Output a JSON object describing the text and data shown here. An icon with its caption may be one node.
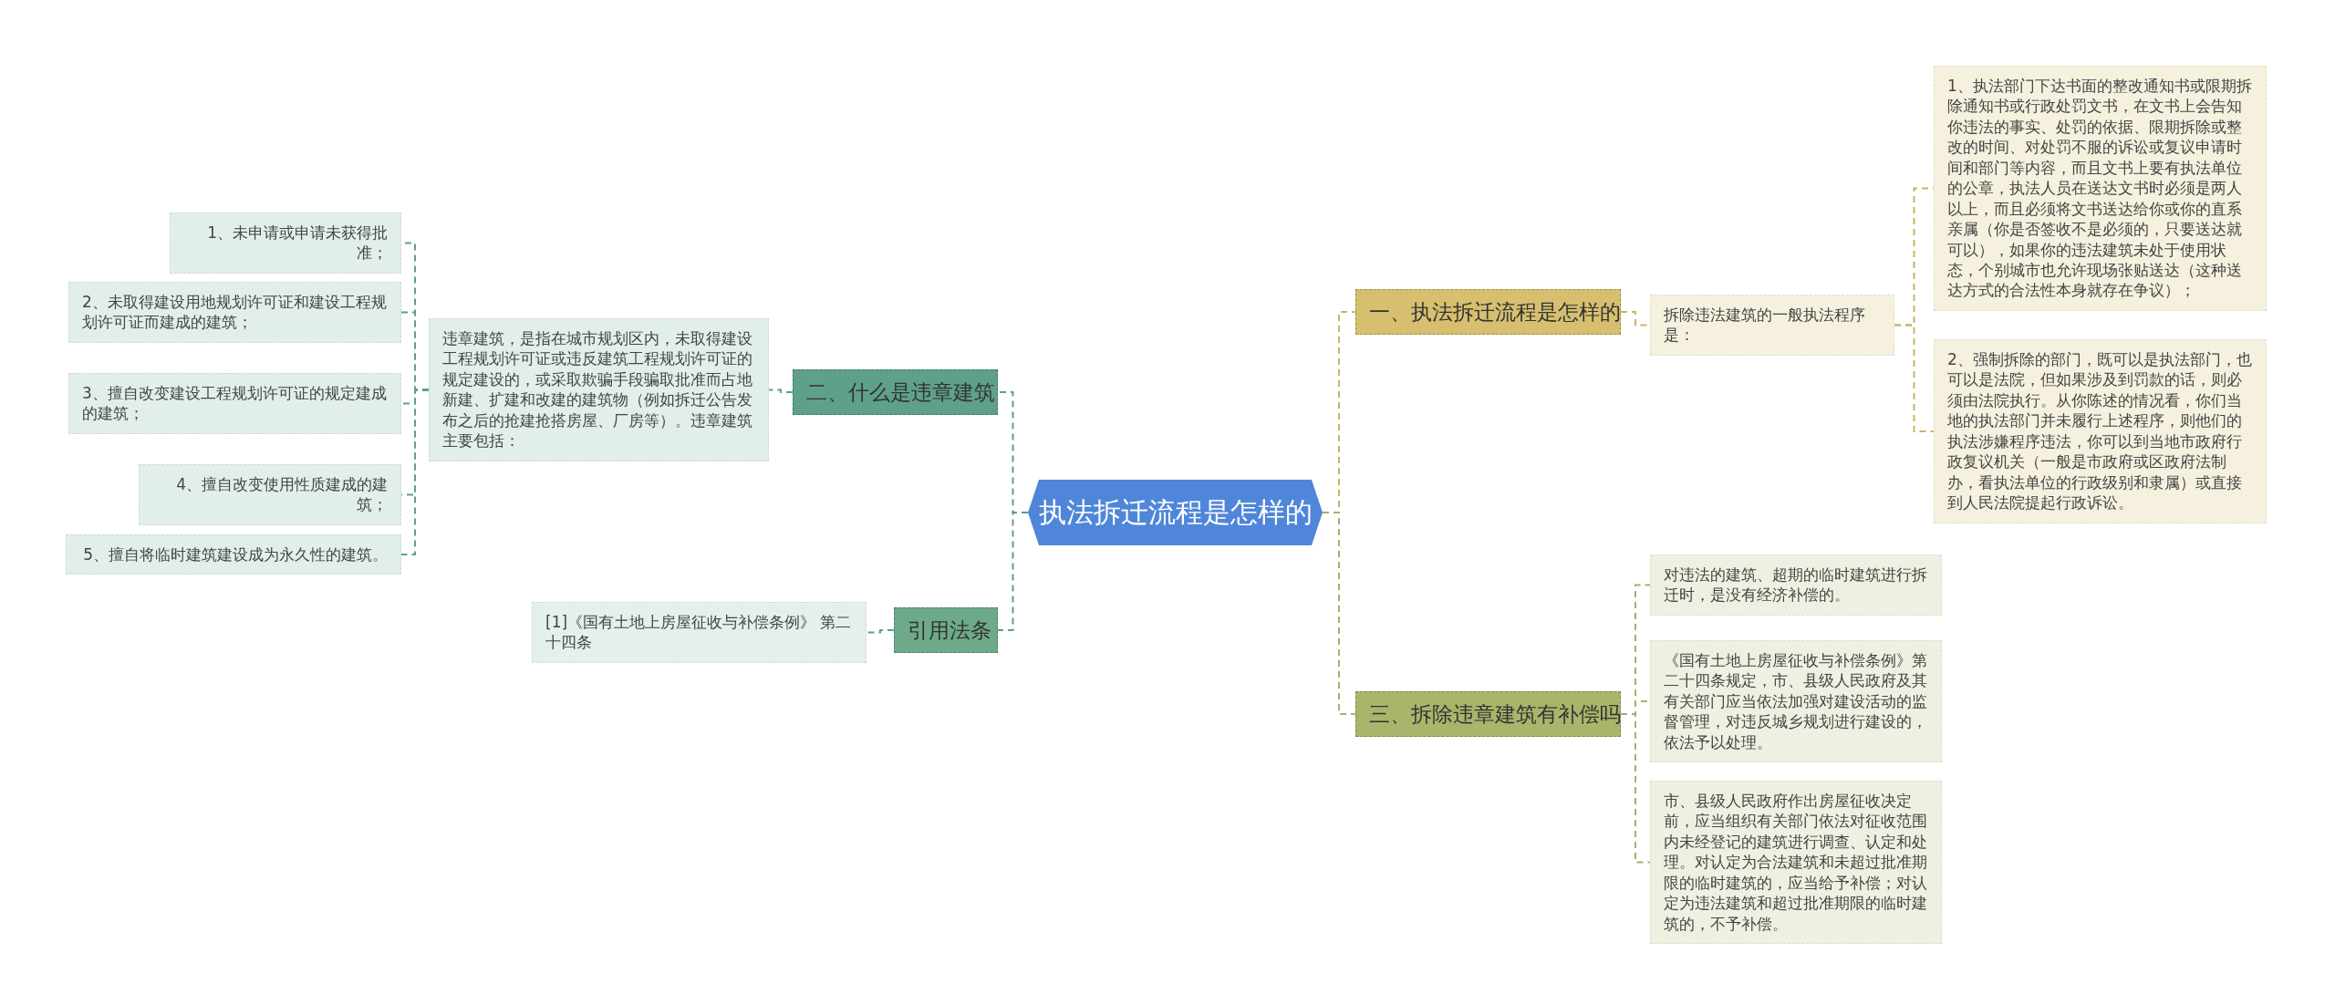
{
  "diagram": {
    "nodes": [
      {
        "text": [
          "执法拆迁流程是怎样的"
        ]
      },
      {
        "text": [
          "一、执法拆迁流程是怎样的"
        ]
      },
      {
        "text": [
          "拆除违法建筑的一般执法程序是："
        ]
      },
      {
        "text": [
          "1、执法部门下达书面的整改通知书或限期拆除通知书或行政处罚文书，在文书上会告知你违法的事实、处罚的依据、限期拆除或整改的时间、对处罚不服的诉讼或复议申请时间和部门等内容，而且文书上要有执法单位的公章，执法人员在送达文书时必须是两人以上，而且必须将文书送达给你或你的直系亲属（你是否签收不是必须的，只要送达就可以），如果你的违法建筑未处于使用状态，个别城市也允许现场张贴送达（这种送达方式的合法性本身就存在争议）；"
        ]
      },
      {
        "text": [
          "2、强制拆除的部门，既可以是执法部门，也可以是法院，但如果涉及到罚款的话，则必须由法院执行。从你陈述的情况看，你们当地的执法部门并未履行上述程序，则他们的执法涉嫌程序违法，你可以到当地市政府行政复议机关（一般是市政府或区政府法制办，看执法单位的行政级别和隶属）或直接到人民法院提起行政诉讼。"
        ]
      },
      {
        "text": [
          "二、什么是违章建筑"
        ]
      },
      {
        "text": [
          "违章建筑，是指在城市规划区内，未取得建设工程规划许可证或违反建筑工程规划许可证的规定建设的，或采取欺骗手段骗取批准而占地新建、扩建和改建的建筑物（例如拆迁公告发布之后的抢建抢搭房屋、厂房等）。违章建筑主要包括："
        ]
      },
      {
        "text": [
          "1、未申请或申请未获得批准；"
        ]
      },
      {
        "text": [
          "2、未取得建设用地规划许可证和建设工程规划许可证而建成的建筑；"
        ]
      },
      {
        "text": [
          "3、擅自改变建设工程规划许可证的规定建成的建筑；"
        ]
      },
      {
        "text": [
          "4、擅自改变使用性质建成的建筑；"
        ]
      },
      {
        "text": [
          "5、擅自将临时建筑建设成为永久性的建筑。"
        ]
      },
      {
        "text": [
          "三、拆除违章建筑有补偿吗"
        ]
      },
      {
        "text": [
          "对违法的建筑、超期的临时建筑进行拆迁时，是没有经济补偿的。"
        ]
      },
      {
        "text": [
          "《国有土地上房屋征收与补偿条例》第二十四条规定，市、县级人民政府及其有关部门应当依法加强对建设活动的监督管理，对违反城乡规划进行建设的，依法予以处理。"
        ]
      },
      {
        "text": [
          "市、县级人民政府作出房屋征收决定前，应当组织有关部门依法对征收范围内未经登记的建筑进行调查、认定和处理。对认定为合法建筑和未超过批准期限的临时建筑的，应当给予补偿；对认定为违法建筑和超过批准期限的临时建筑的，不予补偿。"
        ]
      },
      {
        "text": [
          "引用法条"
        ]
      },
      {
        "text": [
          "[1]《国有土地上房屋征收与补偿条例》 第二十四条"
        ]
      }
    ],
    "edges": [
      {
        "from": 0,
        "to": 1,
        "arrow": "none",
        "style": "dashed",
        "color": "#c8b565"
      },
      {
        "from": 1,
        "to": 2,
        "arrow": "none",
        "style": "dashed",
        "color": "#c8b565"
      },
      {
        "from": 2,
        "to": 3,
        "arrow": "none",
        "style": "dashed",
        "color": "#c8b565"
      },
      {
        "from": 2,
        "to": 4,
        "arrow": "none",
        "style": "dashed",
        "color": "#c8b565"
      },
      {
        "from": 0,
        "to": 5,
        "arrow": "none",
        "style": "dashed"
      },
      {
        "from": 5,
        "to": 6,
        "arrow": "none",
        "style": "dashed"
      },
      {
        "from": 6,
        "to": 7,
        "arrow": "none",
        "style": "dashed"
      },
      {
        "from": 6,
        "to": 8,
        "arrow": "none",
        "style": "dashed"
      },
      {
        "from": 6,
        "to": 9,
        "arrow": "none",
        "style": "dashed"
      },
      {
        "from": 6,
        "to": 10,
        "arrow": "none",
        "style": "dashed"
      },
      {
        "from": 6,
        "to": 11,
        "arrow": "none",
        "style": "dashed"
      },
      {
        "from": 0,
        "to": 12,
        "arrow": "none",
        "style": "dashed",
        "color": "#a8ae68"
      },
      {
        "from": 12,
        "to": 13,
        "arrow": "none",
        "style": "dashed",
        "color": "#a8ae68"
      },
      {
        "from": 12,
        "to": 14,
        "arrow": "none",
        "style": "dashed",
        "color": "#a8ae68"
      },
      {
        "from": 12,
        "to": 15,
        "arrow": "none",
        "style": "dashed",
        "color": "#a8ae68"
      },
      {
        "from": 0,
        "to": 16,
        "arrow": "none",
        "style": "dashed"
      },
      {
        "from": 16,
        "to": 17,
        "arrow": "none",
        "style": "dashed"
      }
    ]
  }
}
